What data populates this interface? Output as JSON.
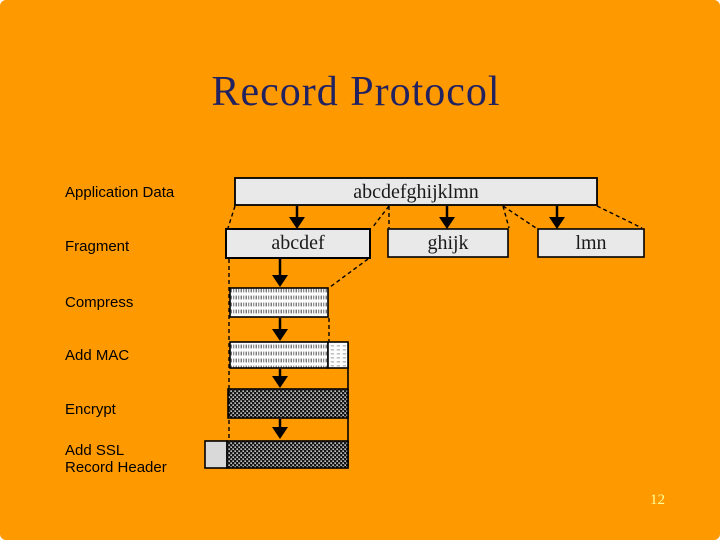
{
  "slide": {
    "title": "Record Protocol",
    "page_number": "12"
  },
  "colors": {
    "background": "#FF9900",
    "title_text": "#222260",
    "label_text": "#000000",
    "box_fill": "#E9E9E9",
    "header_segment_fill": "#D9D9D9",
    "line": "#000000",
    "page_number_text": "#FFFF99"
  },
  "diagram": {
    "labels": {
      "application_data": "Application Data",
      "fragment": "Fragment",
      "compress": "Compress",
      "add_mac": "Add MAC",
      "encrypt": "Encrypt",
      "add_ssl_header": "Add SSL\nRecord Header"
    },
    "application_data_text": "abcdefghijklmn",
    "fragments": [
      "abcdef",
      "ghijk",
      "lmn"
    ]
  }
}
